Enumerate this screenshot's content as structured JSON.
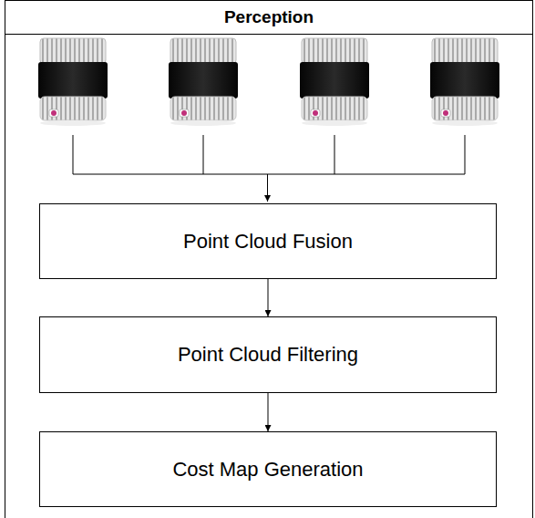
{
  "diagram": {
    "nodes": [
      {
        "text": [
          "Perception"
        ]
      },
      {
        "text": [
          "Point Cloud Fusion"
        ],
        "in": 0
      },
      {
        "text": [
          "Point Cloud Filtering"
        ],
        "in": 0
      },
      {
        "text": [
          "Cost Map Generation"
        ],
        "in": 0
      }
    ],
    "edges": [
      {
        "from": 1,
        "to": 2,
        "arrow": "to"
      },
      {
        "from": 2,
        "to": 3,
        "arrow": "to"
      }
    ]
  }
}
